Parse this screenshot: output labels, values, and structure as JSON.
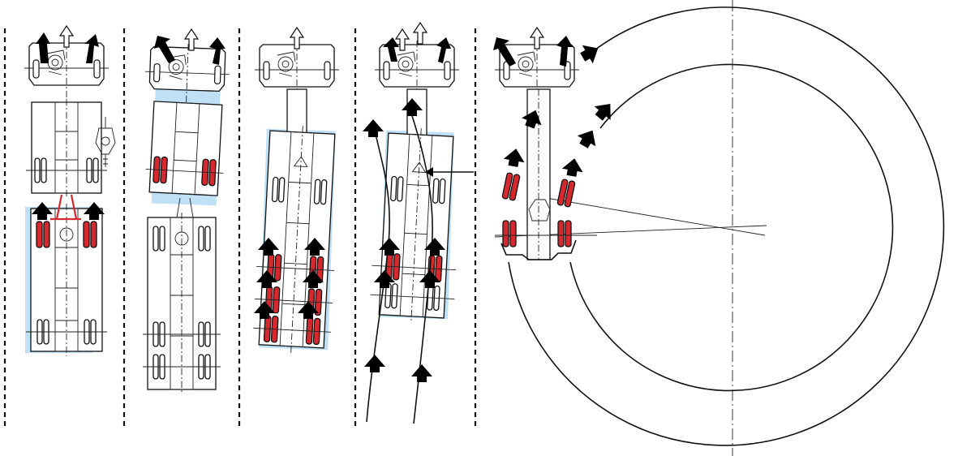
{
  "diagram": {
    "colors": {
      "background": "#ffffff",
      "line": "#111111",
      "highlight": "#bfe0f5",
      "active_wheel": "#d42a2f",
      "arrow": "#000000"
    },
    "panels": [
      {
        "id": "stage-1",
        "highlight": "rear-axle-group",
        "icons": [
          "hitch-detail-icon"
        ]
      },
      {
        "id": "stage-2",
        "highlight": "front-and-middle-units"
      },
      {
        "id": "stage-3",
        "highlight": "rear-unit-steered"
      },
      {
        "id": "stage-4",
        "highlight": "rear-unit-steered"
      },
      {
        "id": "stage-5",
        "highlight": "none"
      }
    ],
    "turning_circle": {
      "center_data": "turn-center",
      "rings": 2
    }
  }
}
